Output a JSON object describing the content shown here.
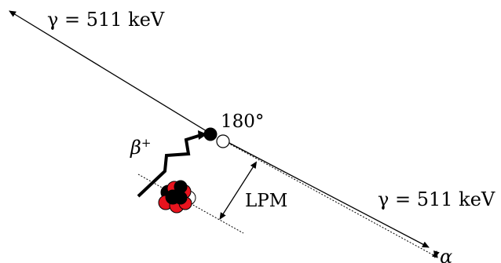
{
  "diagram": {
    "gamma_top_label": "γ = 511 keV",
    "gamma_bottom_label": "γ = 511 keV",
    "angle_label": "180°",
    "beta_label": "β",
    "beta_sup": "+",
    "lpm_label": "LPM",
    "corner_label": "α"
  },
  "colors": {
    "line": "#000000",
    "nucleon_red": "#e8141e",
    "nucleon_black": "#000000",
    "annihilation_white": "#ffffff"
  }
}
